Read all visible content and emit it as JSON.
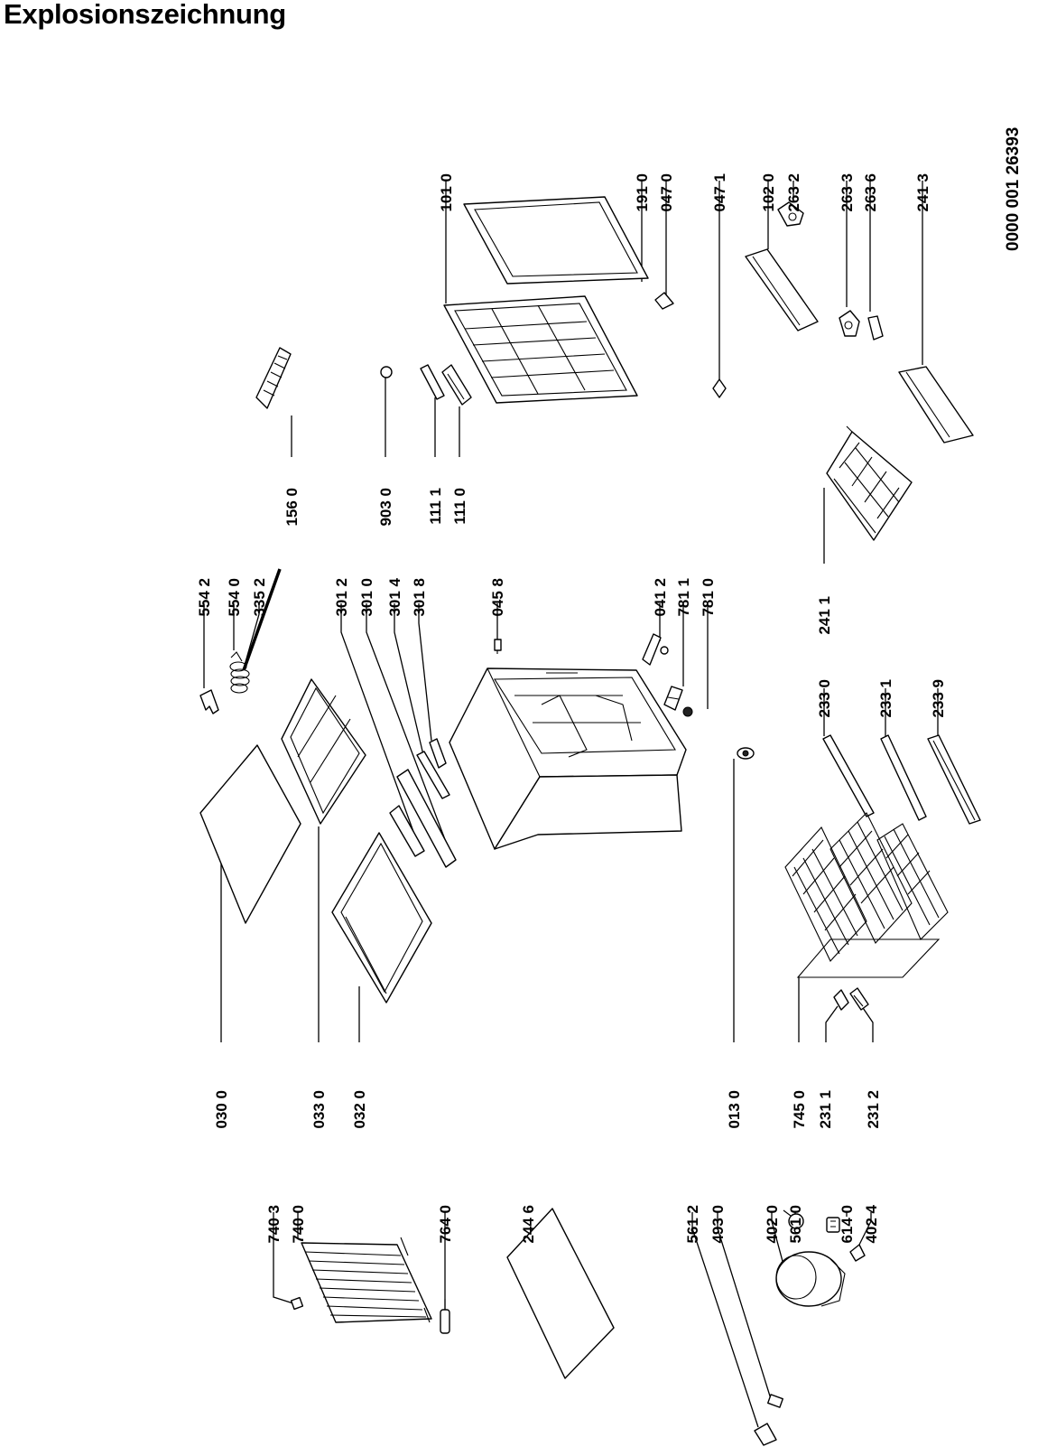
{
  "title": "Explosionszeichnung",
  "document_number": "0000 001 26393",
  "part_labels": {
    "p5542": "554 2",
    "p5540": "554 0",
    "p3352": "335 2",
    "p3012": "301 2",
    "p3010": "301 0",
    "p3014": "301 4",
    "p3018": "301 8",
    "p0458": "045 8",
    "p0412": "041 2",
    "p7811": "781 1",
    "p7810": "781 0",
    "p1560": "156 0",
    "p9030": "903 0",
    "p1111": "111 1",
    "p1110": "111 0",
    "p1010": "101 0",
    "p1910": "191 0",
    "p0470": "047 0",
    "p0471": "047 1",
    "p1020": "102 0",
    "p2632": "263 2",
    "p2633": "263 3",
    "p2636": "263 6",
    "p2413": "241 3",
    "p2411": "241 1",
    "p2330": "233 0",
    "p2331": "233 1",
    "p2339": "233 9",
    "p0300": "030 0",
    "p0330": "033 0",
    "p0320": "032 0",
    "p0130": "013 0",
    "p7450": "745 0",
    "p2311": "231 1",
    "p2312": "231 2",
    "p7403": "740 3",
    "p7400": "740 0",
    "p7640": "764 0",
    "p2446": "244 6",
    "p5612": "561 2",
    "p4930": "493 0",
    "p4020": "402 0",
    "p5610": "561 0",
    "p6140": "614 0",
    "p4024": "402 4"
  }
}
